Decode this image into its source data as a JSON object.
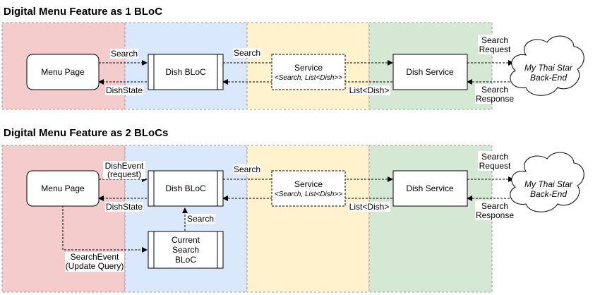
{
  "colors": {
    "ui_zone": "#f4cccc",
    "bloc_zone": "#dae8fc",
    "service_zone": "#fff2cc",
    "repo_zone": "#d5e8d4",
    "line": "#000000"
  },
  "diagram1": {
    "title": "Digital Menu Feature as 1 BLoC",
    "menu_page": "Menu Page",
    "dish_bloc": "Dish BLoC",
    "service_title": "Service",
    "service_sub": "<Search, List<Dish>>",
    "dish_service": "Dish Service",
    "backend_line1": "My Thai Star",
    "backend_line2": "Back-End",
    "search_label": "Search",
    "dishstate_label": "DishState",
    "search_label_2": "Search",
    "list_dish_label": "List<Dish>",
    "search_request_1": "Search",
    "search_request_2": "Request",
    "search_response_1": "Search",
    "search_response_2": "Response"
  },
  "diagram2": {
    "title": "Digital Menu Feature as 2 BLoCs",
    "menu_page": "Menu Page",
    "dish_bloc": "Dish BLoC",
    "current_bloc_1": "Current",
    "current_bloc_2": "Search",
    "current_bloc_3": "BLoC",
    "service_title": "Service",
    "service_sub": "<Search, List<Dish>>",
    "dish_service": "Dish Service",
    "backend_line1": "My Thai Star",
    "backend_line2": "Back-End",
    "dishevent_1": "DishEvent",
    "dishevent_2": "(request)",
    "dishstate_label": "DishState",
    "search_label": "Search",
    "search_up_label": "Search",
    "list_dish_label": "List<Dish>",
    "searchevent_1": "SearchEvent",
    "searchevent_2": "(Update Query)",
    "search_request_1": "Search",
    "search_request_2": "Request",
    "search_response_1": "Search",
    "search_response_2": "Response"
  }
}
